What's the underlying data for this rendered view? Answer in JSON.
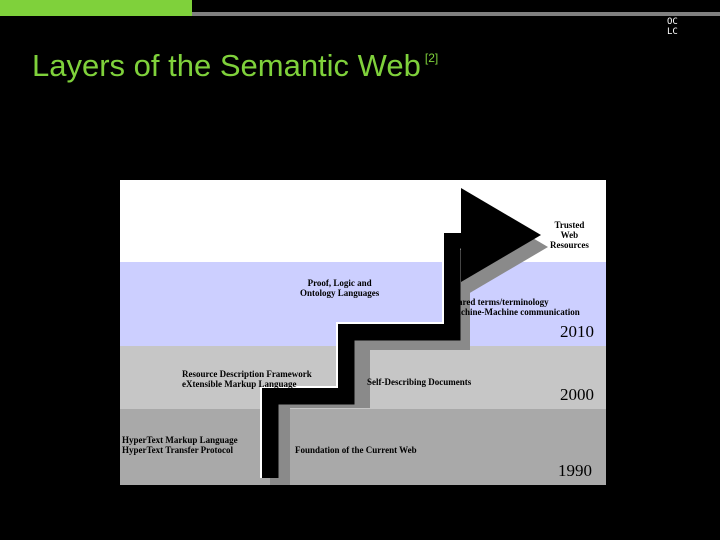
{
  "slide": {
    "title": "Layers of the Semantic Web",
    "title_ref": "[2]",
    "logo": {
      "line1": "OC",
      "line2": "LC"
    },
    "colors": {
      "background": "#000000",
      "accent": "#7fd13b",
      "rule": "#808080"
    }
  },
  "diagram": {
    "top": {
      "label_lines": [
        "Trusted",
        "Web",
        "Resources"
      ],
      "color": "#ffffff"
    },
    "layers": [
      {
        "left_lines": [
          "Proof, Logic and",
          "Ontology Languages"
        ],
        "right_lines": [
          "Shared terms/terminology",
          "Machine-Machine communication"
        ],
        "year": "2010",
        "color": "#cccfff"
      },
      {
        "left_lines": [
          "Resource Description Framework",
          "eXtensible Markup Language"
        ],
        "right_lines": [
          "Self-Describing Documents"
        ],
        "year": "2000",
        "color": "#c6c6c6"
      },
      {
        "left_lines": [
          "HyperText Markup Language",
          "HyperText Transfer Protocol"
        ],
        "right_lines": [
          "Foundation of the Current Web"
        ],
        "year": "1990",
        "color": "#a9a9a9"
      }
    ]
  }
}
